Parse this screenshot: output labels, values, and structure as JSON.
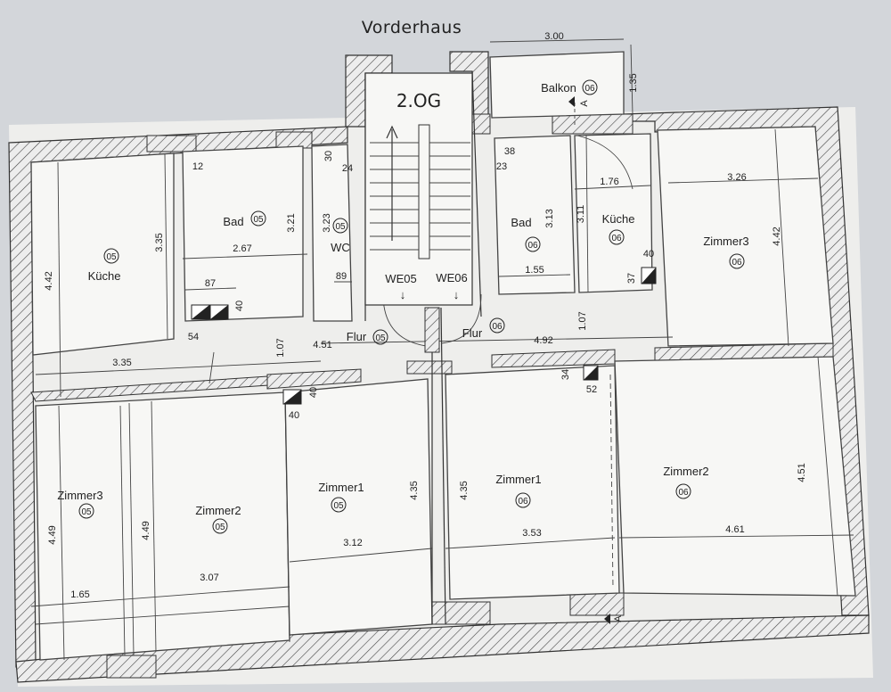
{
  "title": "Vorderhaus",
  "floor": "2.OG",
  "units": {
    "left": "WE05",
    "right": "WE06"
  },
  "balcony": {
    "label": "Balkon",
    "num": "06",
    "width": "3.00",
    "depth": "1.35"
  },
  "section_marker": "A",
  "rooms": [
    {
      "id": "kueche05",
      "label": "Küche",
      "num": "05"
    },
    {
      "id": "bad05",
      "label": "Bad",
      "num": "05"
    },
    {
      "id": "wc05",
      "label": "WC",
      "num": "05"
    },
    {
      "id": "flur05",
      "label": "Flur",
      "num": "05"
    },
    {
      "id": "zimmer3_05",
      "label": "Zimmer3",
      "num": "05"
    },
    {
      "id": "zimmer2_05",
      "label": "Zimmer2",
      "num": "05"
    },
    {
      "id": "zimmer1_05",
      "label": "Zimmer1",
      "num": "05"
    },
    {
      "id": "bad06",
      "label": "Bad",
      "num": "06"
    },
    {
      "id": "kueche06",
      "label": "Küche",
      "num": "06"
    },
    {
      "id": "flur06",
      "label": "Flur",
      "num": "06"
    },
    {
      "id": "zimmer3_06",
      "label": "Zimmer3",
      "num": "06"
    },
    {
      "id": "zimmer1_06",
      "label": "Zimmer1",
      "num": "06"
    },
    {
      "id": "zimmer2_06",
      "label": "Zimmer2",
      "num": "06"
    }
  ],
  "dims": {
    "kueche05_h": "4.42",
    "kueche05_h2": "3.35",
    "kueche05_w": "3.35",
    "bad05_w": "2.67",
    "bad05_h": "3.21",
    "bad05_a": "87",
    "bad05_b": "40",
    "bad05_c": "12",
    "wc05_h": "3.23",
    "wc05_w": "89",
    "wc05_a": "30",
    "wc05_b": "24",
    "flur05_w": "4.51",
    "flur05_h": "1.07",
    "flur05_a": "54",
    "shaft05_a": "40",
    "shaft05_b": "40",
    "zimmer3_05_h": "4.49",
    "zimmer3_05_w": "1.65",
    "zimmer2_05_h": "4.49",
    "zimmer2_05_w": "3.07",
    "zimmer1_05_h": "4.35",
    "zimmer1_05_w": "3.12",
    "bad06_h": "3.13",
    "bad06_w": "1.55",
    "bad06_a": "38",
    "bad06_b": "23",
    "kueche06_h": "3.11",
    "kueche06_w": "1.76",
    "kueche06_a": "40",
    "kueche06_b": "37",
    "flur06_w": "4.92",
    "flur06_h": "1.07",
    "zimmer3_06_w": "3.26",
    "zimmer3_06_h": "4.42",
    "zimmer1_06_h": "4.35",
    "zimmer1_06_w": "3.53",
    "zimmer2_06_h": "4.51",
    "zimmer2_06_w": "4.61",
    "shaft06_a": "34",
    "shaft06_b": "52"
  }
}
